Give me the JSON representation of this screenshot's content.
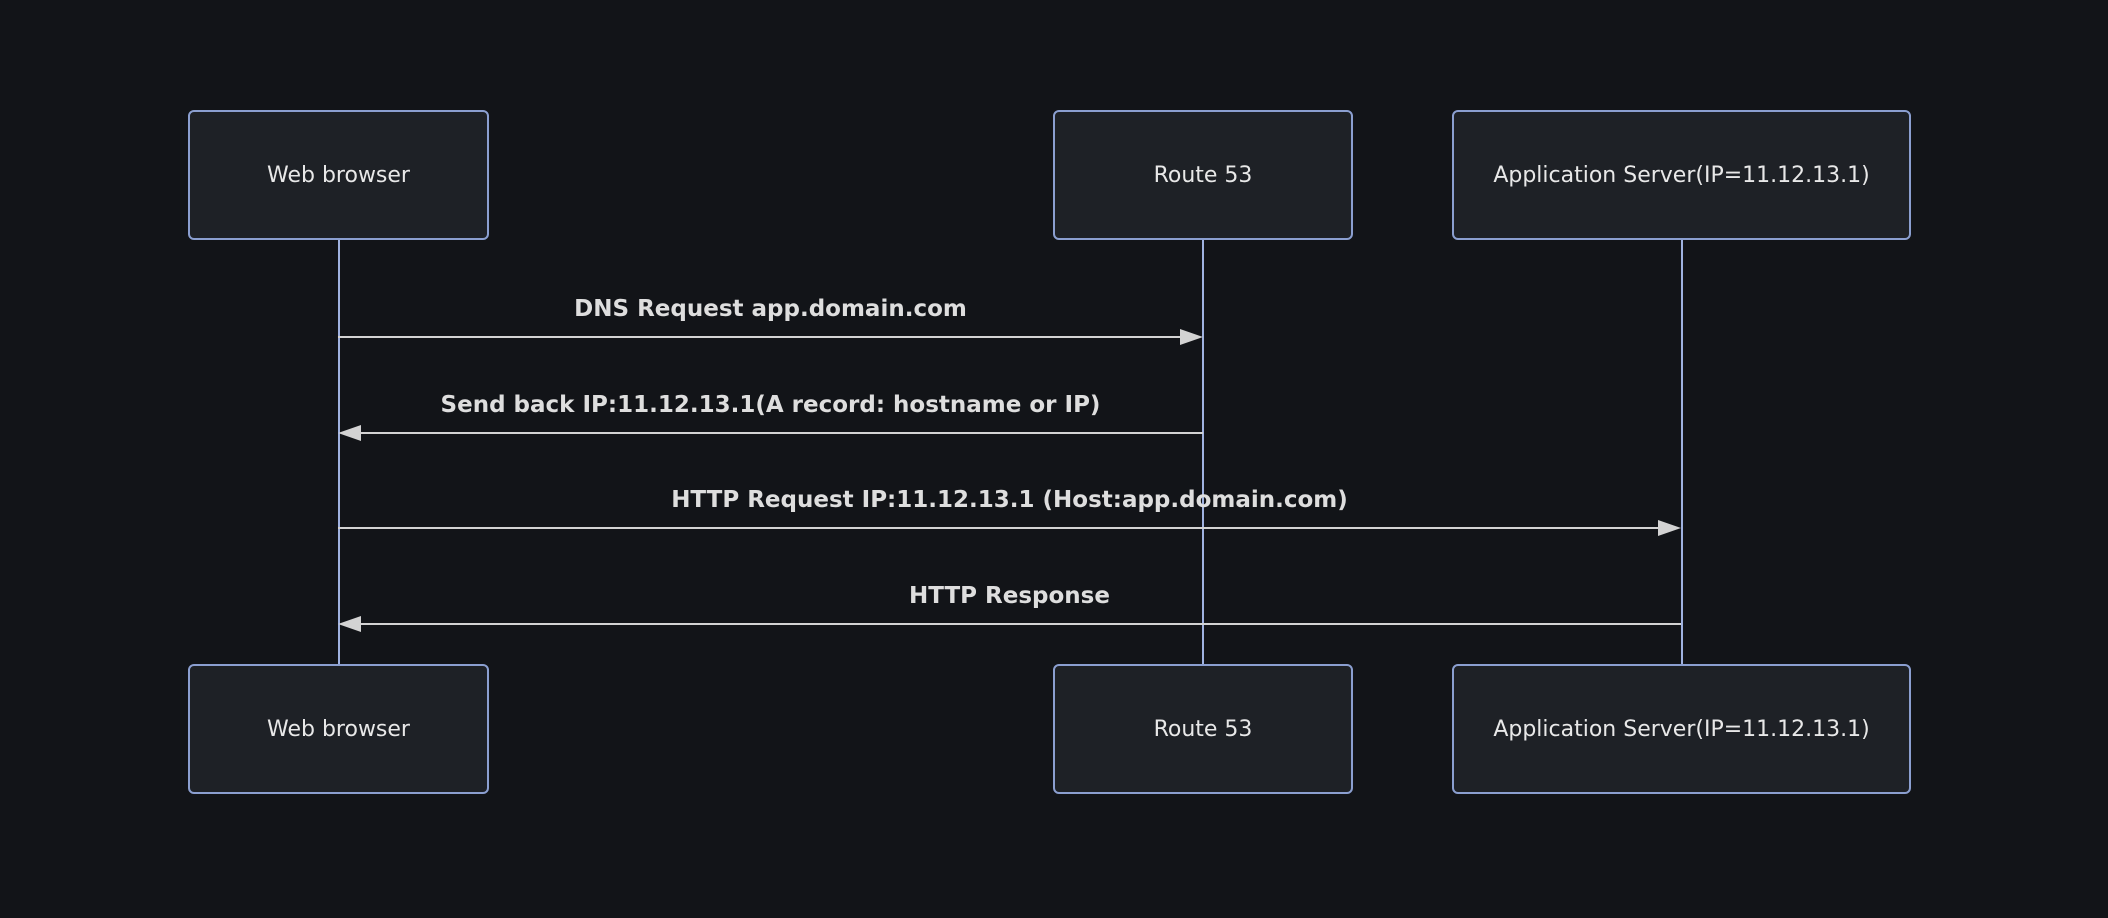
{
  "diagram": {
    "type": "sequence-diagram",
    "actors": [
      {
        "label": "Web browser"
      },
      {
        "label": "Route 53"
      },
      {
        "label": "Application Server(IP=11.12.13.1)"
      }
    ],
    "messages": [
      {
        "label": "DNS Request app.domain.com",
        "from": "Web browser",
        "to": "Route 53",
        "direction": "right"
      },
      {
        "label": "Send back IP:11.12.13.1(A record: hostname or IP)",
        "from": "Route 53",
        "to": "Web browser",
        "direction": "left"
      },
      {
        "label": "HTTP Request IP:11.12.13.1 (Host:app.domain.com)",
        "from": "Web browser",
        "to": "Application Server(IP=11.12.13.1)",
        "direction": "right"
      },
      {
        "label": "HTTP Response",
        "from": "Application Server(IP=11.12.13.1)",
        "to": "Web browser",
        "direction": "left"
      }
    ],
    "colors": {
      "background": "#121418",
      "box_fill": "#1e2126",
      "box_border": "#8b9fd0",
      "lifeline": "#a0b2e0",
      "arrow": "#d3d3d3",
      "text": "#e8e8e8"
    }
  }
}
